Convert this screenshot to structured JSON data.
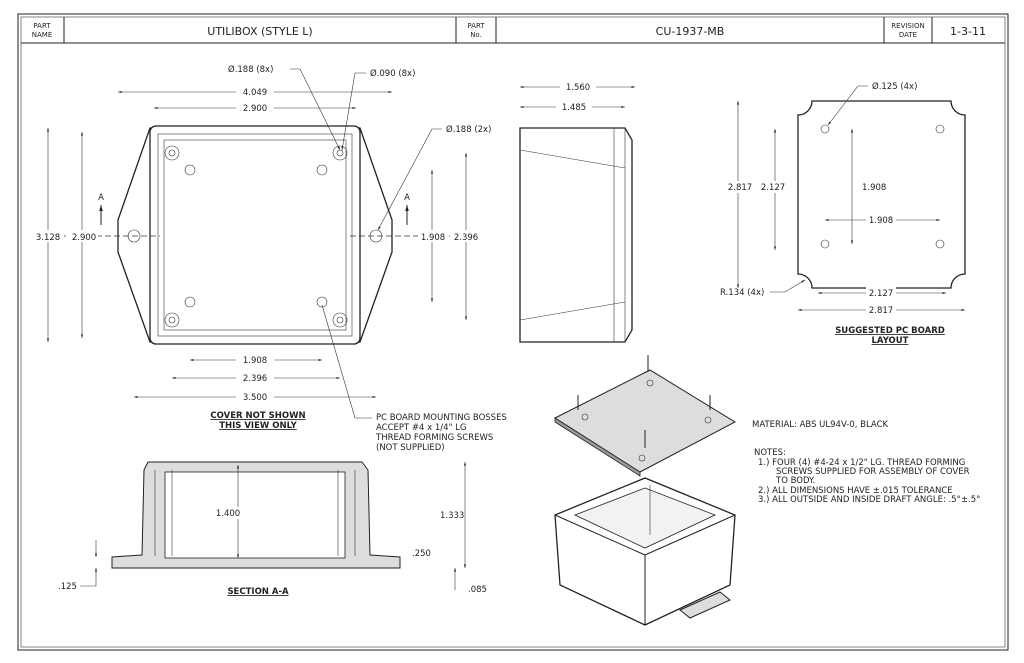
{
  "title_block": {
    "part_name_label": [
      "PART",
      "NAME"
    ],
    "part_name": "UTILIBOX (STYLE L)",
    "part_no_label": [
      "PART",
      "No."
    ],
    "part_no": "CU-1937-MB",
    "revision_label": [
      "REVISION",
      "DATE"
    ],
    "revision_date": "1-3-11"
  },
  "top_view": {
    "dims": {
      "d4049": "4.049",
      "d2900h": "2.900",
      "d3128": "3.128",
      "d2900v": "2.900",
      "d1908v": "1.908",
      "d2396v": "2.396",
      "d1908h": "1.908",
      "d2396h": "2.396",
      "d3500": "3.500"
    },
    "callouts": {
      "hole188_8x": "Ø.188 (8x)",
      "hole090_8x": "Ø.090 (8x)",
      "hole188_2x": "Ø.188 (2x)"
    },
    "section_marker": "A",
    "title": [
      "COVER NOT SHOWN",
      "THIS VIEW ONLY"
    ],
    "boss_note": [
      "PC BOARD MOUNTING BOSSES",
      "ACCEPT #4 x 1/4\" LG",
      "THREAD FORMING SCREWS",
      "(NOT SUPPLIED)"
    ]
  },
  "side_view": {
    "dims": {
      "d1560": "1.560",
      "d1485": "1.485"
    }
  },
  "pc_board": {
    "dims": {
      "d2817v": "2.817",
      "d2127v": "2.127",
      "d1908v": "1.908",
      "d1908h": "1.908",
      "d2127h": "2.127",
      "d2817h": "2.817"
    },
    "hole_callout": "Ø.125 (4x)",
    "radius_callout": "R.134 (4x)",
    "title": [
      "SUGGESTED PC BOARD",
      "LAYOUT"
    ]
  },
  "section": {
    "dims": {
      "d1400": "1.400",
      "d1333": "1.333",
      "d250": ".250",
      "d125": ".125",
      "d085": ".085"
    },
    "title": "SECTION A-A"
  },
  "notes": {
    "material": "MATERIAL: ABS UL94V-0, BLACK",
    "heading": "NOTES:",
    "lines": [
      "1.) FOUR (4) #4-24 x 1/2\" LG. THREAD FORMING",
      "SCREWS SUPPLIED FOR ASSEMBLY OF COVER",
      "TO BODY.",
      "2.) ALL DIMENSIONS HAVE ±.015 TOLERANCE",
      "3.) ALL OUTSIDE AND INSIDE DRAFT ANGLE: .5°±.5°"
    ]
  }
}
